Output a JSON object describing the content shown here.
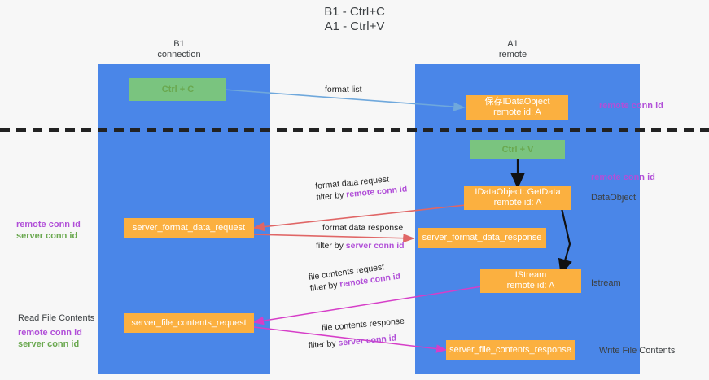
{
  "title": {
    "line1": "B1 - Ctrl+C",
    "line2": "A1 - Ctrl+V"
  },
  "columns": [
    {
      "name": "B1",
      "sub": "connection"
    },
    {
      "name": "A1",
      "sub": "remote"
    }
  ],
  "nodes": {
    "ctrl_c": "Ctrl + C",
    "store_dataobject_line1": "保存IDataObject",
    "store_dataobject_line2": "remote id: A",
    "ctrl_v": "Ctrl + V",
    "getdata_line1": "IDataObject::GetData",
    "getdata_line2": "remote id: A",
    "server_format_data_request": "server_format_data_request",
    "server_format_data_response": "server_format_data_response",
    "istream_line1": "IStream",
    "istream_line2": "remote id: A",
    "server_file_contents_request": "server_file_contents_request",
    "server_file_contents_response": "server_file_contents_response"
  },
  "edge_labels": {
    "format_list": "format list",
    "format_data_request": "format data request",
    "format_data_request_filter_prefix": "filter by ",
    "format_data_request_filter_key": "remote conn id",
    "format_data_response": "format data response",
    "format_data_response_filter_prefix": "filter by ",
    "format_data_response_filter_key": "server conn id",
    "file_contents_request": "file contents request",
    "file_contents_request_filter_prefix": "filter by ",
    "file_contents_request_filter_key": "remote conn id",
    "file_contents_response": "file contents response",
    "file_contents_response_filter_prefix": "filter by ",
    "file_contents_response_filter_key": "server conn id"
  },
  "annotations": {
    "right_remote_conn_id_top": "remote conn id",
    "right_remote_conn_id_mid": "remote conn id",
    "right_dataobject": "DataObject",
    "right_istream": "Istream",
    "right_write_file_contents": "Write File Contents",
    "left_remote_conn_id_mid": "remote conn id",
    "left_server_conn_id_mid": "server conn id",
    "left_read_file_contents": "Read File Contents",
    "left_remote_conn_id_bot": "remote conn id",
    "left_server_conn_id_bot": "server conn id"
  },
  "colors": {
    "lane": "#4a86e8",
    "node_green": "#7ac47f",
    "node_orange": "#fbb040",
    "purple": "#b14fd8",
    "green": "#6aa84f",
    "edge_blue": "#6fa8dc",
    "edge_red": "#e06666",
    "edge_magenta": "#d63ec8",
    "edge_black": "#111111",
    "background": "#f7f7f7"
  }
}
